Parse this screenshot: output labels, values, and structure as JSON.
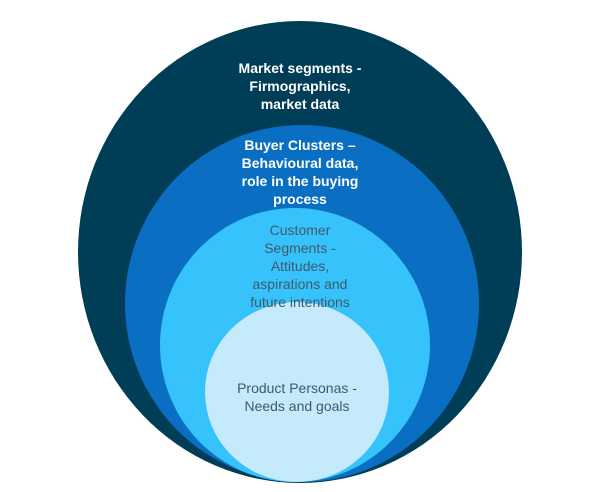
{
  "diagram": {
    "rings": [
      {
        "name": "market-segments",
        "color": "#003d57",
        "lines": [
          "Market segments -",
          "Firmographics,",
          "market data"
        ]
      },
      {
        "name": "buyer-clusters",
        "color": "#0a6fc2",
        "lines": [
          "Buyer Clusters –",
          "Behavioural data,",
          "role in the buying",
          "process"
        ]
      },
      {
        "name": "customer-segments",
        "color": "#36c3fb",
        "lines": [
          "Customer",
          "Segments -",
          "Attitudes,",
          "aspirations and",
          "future intentions"
        ]
      },
      {
        "name": "product-personas",
        "color": "#c4eafc",
        "lines": [
          "Product Personas -",
          "Needs and goals"
        ]
      }
    ]
  }
}
